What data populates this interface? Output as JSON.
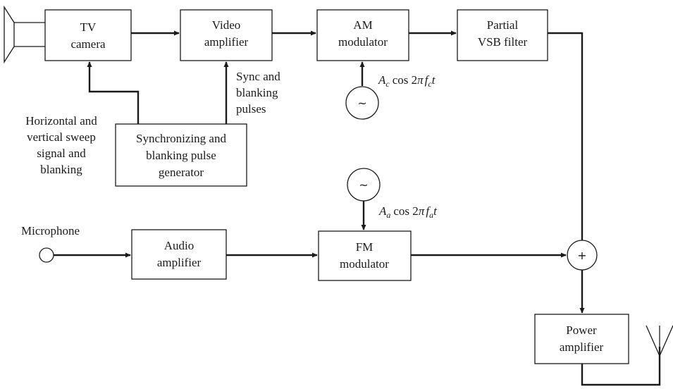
{
  "blocks": {
    "tv_camera": [
      "TV",
      "camera"
    ],
    "video_amplifier": [
      "Video",
      "amplifier"
    ],
    "am_modulator": [
      "AM",
      "modulator"
    ],
    "partial_vsb_filter": [
      "Partial",
      "VSB filter"
    ],
    "sync_generator": [
      "Synchronizing and",
      "blanking pulse",
      "generator"
    ],
    "audio_amplifier": [
      "Audio",
      "amplifier"
    ],
    "fm_modulator": [
      "FM",
      "modulator"
    ],
    "power_amplifier": [
      "Power",
      "amplifier"
    ]
  },
  "labels": {
    "sync_pulses": [
      "Sync and",
      "blanking",
      "pulses"
    ],
    "sweep": [
      "Horizontal and",
      "vertical sweep",
      "signal and",
      "blanking"
    ],
    "microphone": "Microphone"
  },
  "carriers": {
    "video": {
      "amp": "A",
      "amp_sub": "c",
      "func": "cos 2",
      "pi": "π",
      "freq": "f",
      "freq_sub": "c",
      "time": "t"
    },
    "audio": {
      "amp": "A",
      "amp_sub": "a",
      "func": "cos 2",
      "pi": "π",
      "freq": "f",
      "freq_sub": "a",
      "time": "t"
    }
  },
  "symbols": {
    "oscillator": "~",
    "summer": "+"
  }
}
